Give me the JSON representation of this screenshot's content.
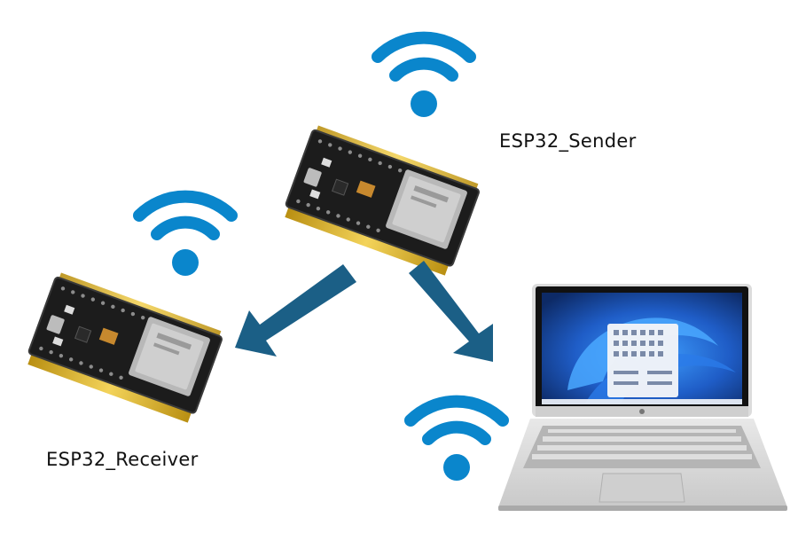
{
  "nodes": {
    "sender": {
      "label": "ESP32_Sender",
      "icon": "esp32-board-icon"
    },
    "receiver": {
      "label": "ESP32_Receiver",
      "icon": "esp32-board-icon"
    },
    "computer": {
      "icon": "laptop-icon"
    }
  },
  "wifi_icons": [
    "wifi-icon",
    "wifi-icon",
    "wifi-icon"
  ],
  "edges": [
    {
      "from": "sender",
      "to": "receiver"
    },
    {
      "from": "sender",
      "to": "computer"
    }
  ],
  "colors": {
    "wifi": "#0a86cc",
    "arrow": "#1b5f86",
    "board": "#1c1c1c",
    "pins": "#e3b92c",
    "laptop_screen": "#1f5dc7",
    "laptop_body": "#d9d9d9"
  }
}
